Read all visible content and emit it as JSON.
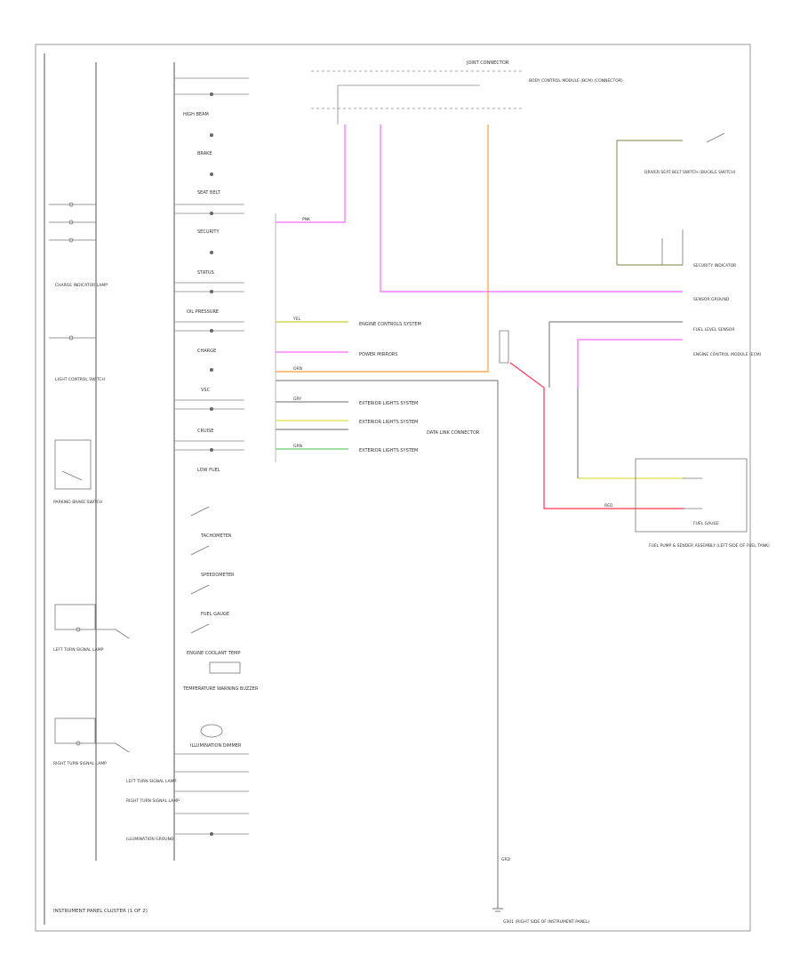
{
  "diagram": {
    "panel_caption": "INSTRUMENT PANEL CLUSTER (1 OF 2)",
    "ground_label": "GRD",
    "figure_code": "",
    "colors": {
      "frame": "#999999",
      "wire_gray": "#888888",
      "pink": "#ff66ff",
      "orange": "#ff9933",
      "olive": "#999966",
      "red": "#ff3355",
      "yellow": "#dddd44",
      "green": "#66cc66",
      "dark_line": "#555555"
    },
    "indicators": [
      "HIGH BEAM",
      "BRAKE",
      "SEAT BELT",
      "SECURITY",
      "OIL PRESSURE",
      "CHARGE",
      "STATUS",
      "LOW FUEL",
      "VSC",
      "CRUISE"
    ],
    "left_labels": [
      "CHARGE INDICATOR LAMP",
      "LIGHT CONTROL SWITCH",
      "PARKING BRAKE SWITCH",
      "LEFT TURN SIGNAL LAMP",
      "RIGHT TURN SIGNAL LAMP"
    ],
    "gauge_labels": [
      "TACHOMETER",
      "SPEEDOMETER",
      "FUEL GAUGE",
      "ENGINE COOLANT TEMP",
      "TEMPERATURE WARNING BUZZER",
      "ILLUMINATION DIMMER"
    ],
    "bottom_left_labels": [
      "LEFT TURN SIGNAL LAMP",
      "RIGHT TURN SIGNAL LAMP",
      "ILLUMINATION GROUND"
    ],
    "top_connector": {
      "title": "JOINT CONNECTOR",
      "sub": "BODY CONTROL MODULE (BCM) (CONNECTOR)"
    },
    "right_labels": {
      "seat_belt": "DRIVER SEAT BELT SWITCH (BUCKLE SWITCH)",
      "security": "SECURITY INDICATOR",
      "sensor_ground": "SENSOR GROUND",
      "fuel_level": "FUEL LEVEL SENSOR",
      "engine_control_module": "ENGINE CONTROL MODULE (ECM)",
      "fuel_gauge": "FUEL GAUGE",
      "fuel_pump_note": "FUEL PUMP & SENDER ASSEMBLY (LEFT SIDE OF FUEL TANK)"
    },
    "center_labels": [
      "ENGINE CONTROLS SYSTEM",
      "POWER MIRRORS",
      "EXTERIOR LIGHTS SYSTEM",
      "EXTERIOR LIGHTS SYSTEM",
      "EXTERIOR LIGHTS SYSTEM",
      "DATA LINK CONNECTOR"
    ],
    "wire_labels": {
      "pink_top": "PNK",
      "orange": "ORN",
      "yellow_green": "YEL",
      "gray": "GRY",
      "green": "GRN",
      "red": "RED"
    },
    "ground_note": "G301 (RIGHT SIDE OF INSTRUMENT PANEL)"
  }
}
